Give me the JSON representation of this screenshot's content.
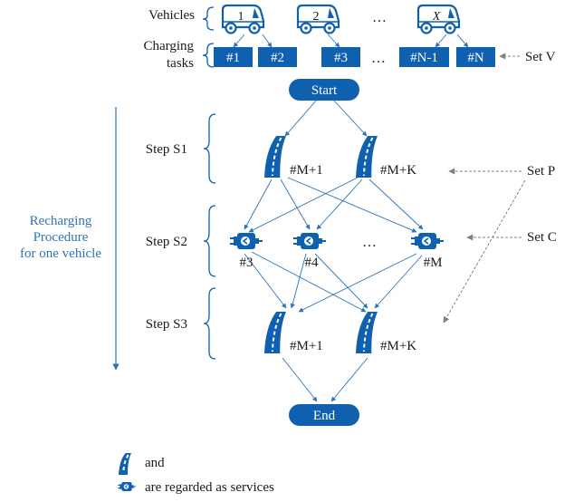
{
  "colors": {
    "primary": "#1060B0",
    "edge": "#2E75B6",
    "dashed": "#808080",
    "text": "#1a1a1a",
    "procedure_text": "#2E75B6"
  },
  "icons": {
    "vehicle": "van-icon",
    "road": "road-icon",
    "charger": "charger-plug-icon"
  },
  "header": {
    "vehicles_label": "Vehicles",
    "charging_label_line1": "Charging",
    "charging_label_line2": "tasks",
    "set_v": "Set V"
  },
  "vehicles": [
    {
      "label": "1"
    },
    {
      "label": "2"
    },
    {
      "label": "X"
    }
  ],
  "vehicle_ellipsis": "…",
  "tasks": [
    {
      "label": "#1"
    },
    {
      "label": "#2"
    },
    {
      "label": "#3"
    },
    {
      "label": "#N-1"
    },
    {
      "label": "#N"
    }
  ],
  "task_ellipsis": "…",
  "flow": {
    "start": "Start",
    "end": "End"
  },
  "procedure": {
    "line1": "Recharging",
    "line2": "Procedure",
    "line3": "for one vehicle"
  },
  "steps": [
    {
      "label": "Step S1"
    },
    {
      "label": "Step S2"
    },
    {
      "label": "Step S3"
    }
  ],
  "s1_nodes": [
    {
      "label": "#M+1"
    },
    {
      "label": "#M+K"
    }
  ],
  "s2_nodes": [
    {
      "label": "#3"
    },
    {
      "label": "#4"
    },
    {
      "label": "#M"
    }
  ],
  "s2_ellipsis": "…",
  "s3_nodes": [
    {
      "label": "#M+1"
    },
    {
      "label": "#M+K"
    }
  ],
  "sets": {
    "set_p": "Set P",
    "set_c": "Set C"
  },
  "legend": {
    "line1": "and",
    "line2": "are regarded as services"
  }
}
